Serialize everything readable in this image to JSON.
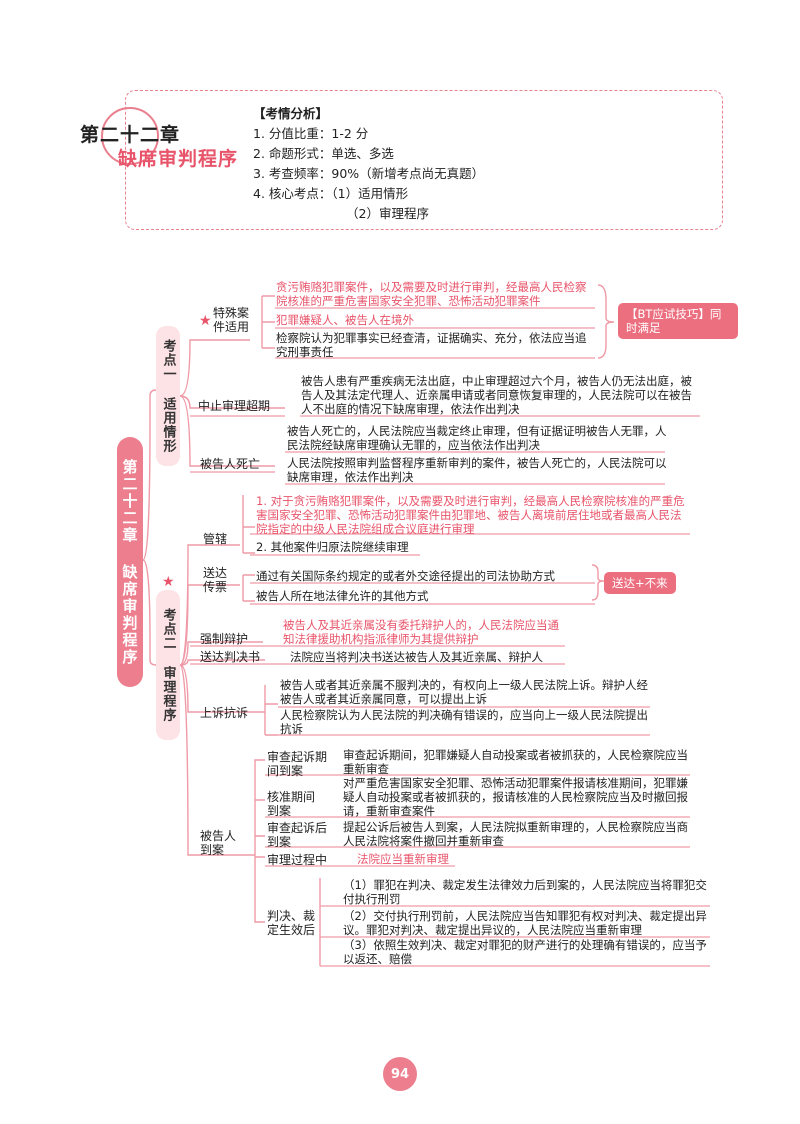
{
  "header": {
    "chapter_number": "第二十二章",
    "chapter_title": "缺席审判程序",
    "analysis_title": "【考情分析】",
    "items": [
      "1. 分值比重：1-2 分",
      "2. 命题形式：单选、多选",
      "3. 考查频率：90%（新增考点尚无真题）",
      "4. 核心考点：（1）适用情形",
      "（2）审理程序"
    ]
  },
  "chapter_pill": "第二十二章 缺席审判程序",
  "kp1": {
    "label": "考点一 适用情形",
    "special": {
      "label": "特殊案件适用",
      "line1": "贪污贿赂犯罪案件，以及需要及时进行审判，经最高人民检察院核准的严重危害国家安全犯罪、恐怖活动犯罪案件",
      "line2": "犯罪嫌疑人、被告人在境外",
      "line3": "检察院认为犯罪事实已经查清，证据确实、充分，依法应当追究刑事责任",
      "badge": "【BT应试技巧】同时满足"
    },
    "suspend": {
      "label": "中止审理超期",
      "text": "被告人患有严重疾病无法出庭，中止审理超过六个月，被告人仍无法出庭，被告人及其法定代理人、近亲属申请或者同意恢复审理的，人民法院可以在被告人不出庭的情况下缺席审理，依法作出判决"
    },
    "death": {
      "label": "被告人死亡",
      "line1": "被告人死亡的，人民法院应当裁定终止审理，但有证据证明被告人无罪，人民法院经缺席审理确认无罪的，应当依法作出判决",
      "line2": "人民法院按照审判监督程序重新审判的案件，被告人死亡的，人民法院可以缺席审理，依法作出判决"
    }
  },
  "kp2": {
    "label": "考点二 审理程序",
    "jurisdiction": {
      "label": "管辖",
      "line1": "1. 对于贪污贿赂犯罪案件，以及需要及时进行审判，经最高人民检察院核准的严重危害国家安全犯罪、恐怖活动犯罪案件由犯罪地、被告人离境前居住地或者最高人民法院指定的中级人民法院组成合议庭进行审理",
      "line2": "2. 其他案件归原法院继续审理"
    },
    "service": {
      "label": "送达传票",
      "line1": "通过有关国际条约规定的或者外交途径提出的司法协助方式",
      "line2": "被告人所在地法律允许的其他方式",
      "badge": "送达+不来"
    },
    "defense": {
      "label": "强制辩护",
      "text": "被告人及其近亲属没有委托辩护人的，人民法院应当通知法律援助机构指派律师为其提供辩护"
    },
    "verdict": {
      "label": "送达判决书",
      "text": "法院应当将判决书送达被告人及其近亲属、辩护人"
    },
    "appeal": {
      "label": "上诉抗诉",
      "line1": "被告人或者其近亲属不服判决的，有权向上一级人民法院上诉。辩护人经被告人或者其近亲属同意，可以提出上诉",
      "line2": "人民检察院认为人民法院的判决确有错误的，应当向上一级人民法院提出抗诉"
    },
    "arrest": {
      "label": "被告人到案",
      "a": {
        "label": "审查起诉期间到案",
        "text": "审查起诉期间，犯罪嫌疑人自动投案或者被抓获的，人民检察院应当重新审查"
      },
      "b": {
        "label": "核准期间到案",
        "text": "对严重危害国家安全犯罪、恐怖活动犯罪案件报请核准期间，犯罪嫌疑人自动投案或者被抓获的，报请核准的人民检察院应当及时撤回报请，重新审查案件"
      },
      "c": {
        "label": "审查起诉后到案",
        "text": "提起公诉后被告人到案，人民法院拟重新审理的，人民检察院应当商人民法院将案件撤回并重新审查"
      },
      "d": {
        "label": "审理过程中",
        "text": "法院应当重新审理"
      },
      "e": {
        "label": "判决、裁定生效后",
        "items": [
          "（1）罪犯在判决、裁定发生法律效力后到案的，人民法院应当将罪犯交付执行刑罚",
          "（2）交付执行刑罚前，人民法院应当告知罪犯有权对判决、裁定提出异议。罪犯对判决、裁定提出异议的，人民法院应当重新审理",
          "（3）依照生效判决、裁定对罪犯的财产进行的处理确有错误的，应当予以返还、赔偿"
        ]
      }
    }
  },
  "page_number": "94"
}
